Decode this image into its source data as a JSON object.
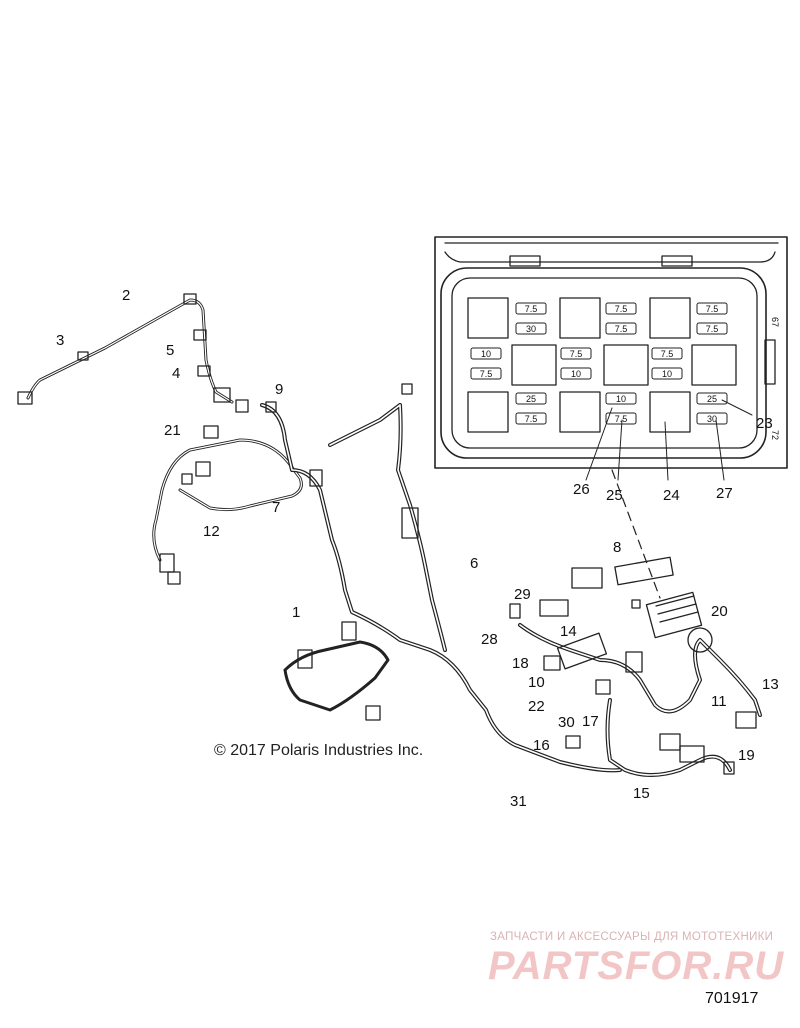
{
  "copyright": "© 2017 Polaris Industries Inc.",
  "drawing_number": "701917",
  "watermark": {
    "tagline": "ЗАПЧАСТИ И АКСЕССУАРЫ ДЛЯ МОТОТЕХНИКИ",
    "brand": "PARTSFOR.RU",
    "color": "#f2c6c6"
  },
  "callouts": [
    "1",
    "2",
    "3",
    "4",
    "5",
    "6",
    "7",
    "8",
    "9",
    "10",
    "11",
    "12",
    "13",
    "14",
    "15",
    "16",
    "17",
    "18",
    "19",
    "20",
    "21",
    "22",
    "23",
    "24",
    "25",
    "26",
    "27",
    "28",
    "29",
    "30",
    "31"
  ],
  "fuse_box": {
    "side_marks": [
      "67",
      "72"
    ],
    "fuse_values": [
      "7.5",
      "30",
      "7.5",
      "7.5",
      "7.5",
      "7.5",
      "10",
      "7.5",
      "7.5",
      "10",
      "7.5",
      "10",
      "25",
      "7.5",
      "10",
      "7.5",
      "25",
      "30"
    ]
  },
  "line_color": "#222222"
}
